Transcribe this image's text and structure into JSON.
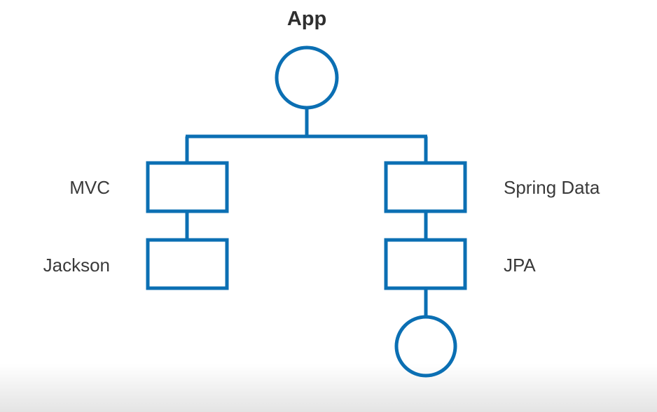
{
  "diagram": {
    "root_label": "App",
    "left_branch": {
      "top_label": "MVC",
      "bottom_label": "Jackson"
    },
    "right_branch": {
      "top_label": "Spring Data",
      "bottom_label": "JPA"
    },
    "colors": {
      "stroke": "#0b6fb3",
      "text": "#3a3a3a",
      "background": "#ffffff"
    }
  }
}
